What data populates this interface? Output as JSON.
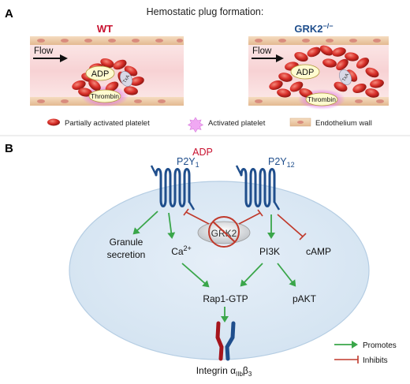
{
  "panel_a": {
    "letter": "A",
    "title": "Hemostatic plug formation:",
    "wt": {
      "label": "WT",
      "flow": "Flow",
      "adp": "ADP",
      "thrombin": "Thrombin",
      "txa": "TxA"
    },
    "ko": {
      "label": "GRK2",
      "sup": "−/−",
      "flow": "Flow",
      "adp": "ADP",
      "thrombin": "Thrombin",
      "txa": "TxA"
    },
    "legend": {
      "partial": "Partially activated platelet",
      "activated": "Activated platelet",
      "endothelium": "Endothelium wall"
    }
  },
  "panel_b": {
    "letter": "B",
    "adp": "ADP",
    "p2y1": {
      "base": "P2Y",
      "sub": "1"
    },
    "p2y12": {
      "base": "P2Y",
      "sub": "12"
    },
    "grk2": "GRK2",
    "granule_line1": "Granule",
    "granule_line2": "secretion",
    "ca_base": "Ca",
    "ca_sup": "2+",
    "pi3k": "PI3K",
    "camp": "cAMP",
    "rap1": "Rap1-GTP",
    "pakt": "pAKT",
    "integrin_base": "Integrin α",
    "integrin_sub1": "IIb",
    "integrin_beta": "β",
    "integrin_sub2": "3",
    "legend": {
      "promotes": "Promotes",
      "inhibits": "Inhibits"
    }
  },
  "colors": {
    "wt_label": "#c8102e",
    "ko_label": "#1f4e8c",
    "adp_label": "#c8102e",
    "receptor": "#1f4e8c",
    "promote_arrow": "#3aa64a",
    "inhibit": "#c0392b",
    "cell_fill": "#dbe8f4",
    "platelet": "#d9302a"
  }
}
